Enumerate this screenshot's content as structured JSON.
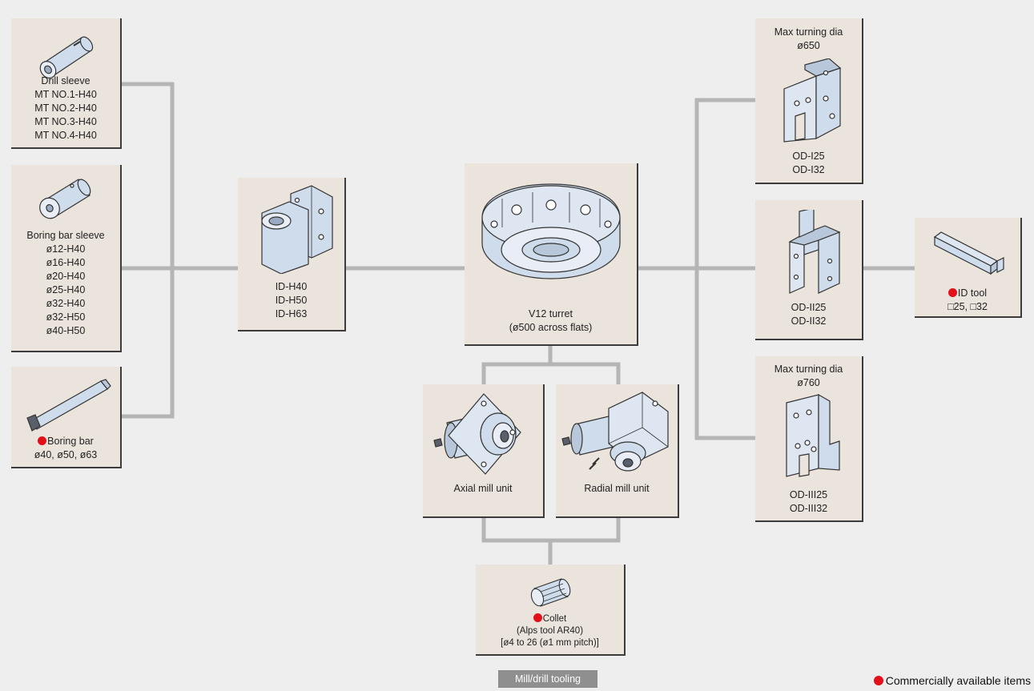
{
  "nodes": {
    "drill_sleeve": {
      "lines": [
        "Drill sleeve",
        "MT NO.1-H40",
        "MT NO.2-H40",
        "MT NO.3-H40",
        "MT NO.4-H40"
      ]
    },
    "boring_bar_sleeve": {
      "lines": [
        "Boring bar sleeve",
        "ø12-H40",
        "ø16-H40",
        "ø20-H40",
        "ø25-H40",
        "ø32-H40",
        "ø32-H50",
        "ø40-H50"
      ]
    },
    "boring_bar": {
      "name": "Boring bar",
      "sizes": "ø40, ø50, ø63",
      "commercial": true
    },
    "id_holder": {
      "lines": [
        "ID-H40",
        "ID-H50",
        "ID-H63"
      ]
    },
    "turret": {
      "lines": [
        "V12 turret",
        "(ø500 across flats)"
      ]
    },
    "axial_mill": {
      "lines": [
        "Axial mill unit"
      ]
    },
    "radial_mill": {
      "lines": [
        "Radial mill unit"
      ]
    },
    "collet": {
      "name": "Collet",
      "lines": [
        "(Alps tool AR40)",
        "[ø4 to 26 (ø1 mm pitch)]"
      ],
      "commercial": true
    },
    "od_1": {
      "heading": [
        "Max turning dia",
        "ø650"
      ],
      "lines": [
        "OD-I25",
        "OD-I32"
      ]
    },
    "od_2": {
      "lines": [
        "OD-II25",
        "OD-II32"
      ]
    },
    "od_3": {
      "heading": [
        "Max turning dia",
        "ø760"
      ],
      "lines": [
        "OD-III25",
        "OD-III32"
      ]
    },
    "id_tool": {
      "name": "ID tool",
      "sizes": "□25, □32",
      "commercial": true
    }
  },
  "caption": "Mill/drill tooling",
  "legend": "Commercially available items",
  "colors": {
    "box": "#ebe4dc",
    "line": "#b3b3b3",
    "marker": "#e3101b",
    "caption_bg": "#8f8f8f"
  }
}
